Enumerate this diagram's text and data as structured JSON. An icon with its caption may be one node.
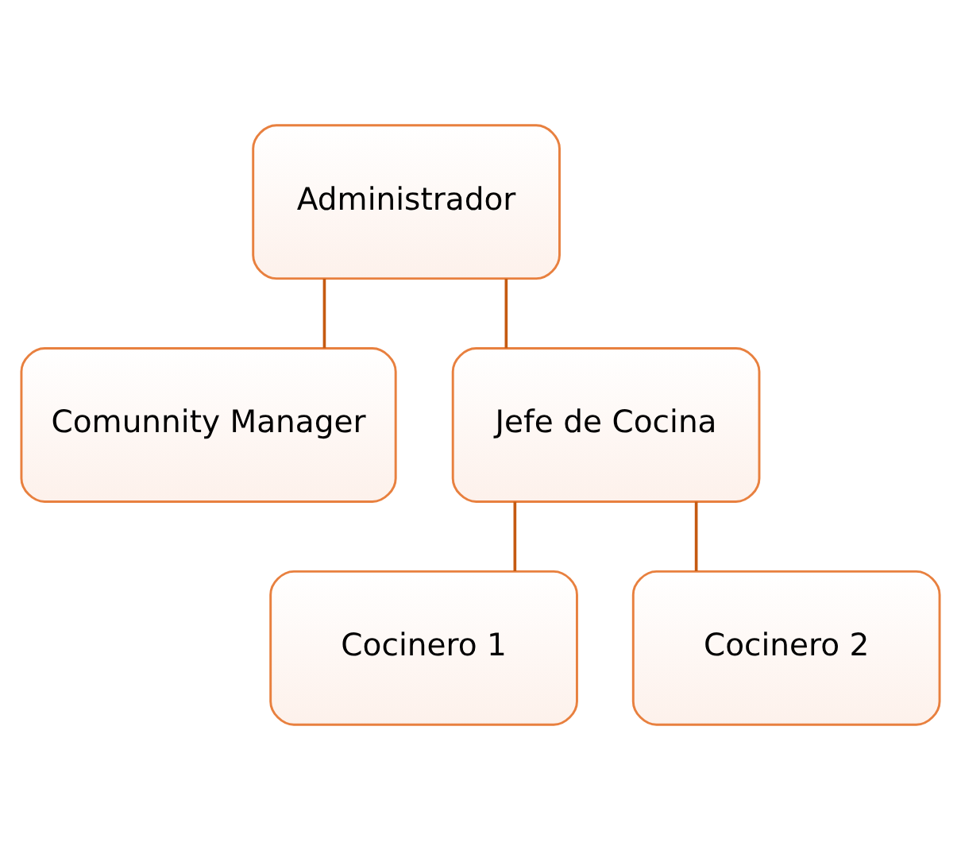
{
  "diagram": {
    "nodes": [
      {
        "text": [
          "Administrador"
        ]
      },
      {
        "text": [
          "Comunnity Manager"
        ]
      },
      {
        "text": [
          "Jefe de Cocina"
        ]
      },
      {
        "text": [
          "Cocinero 1"
        ]
      },
      {
        "text": [
          "Cocinero 2"
        ]
      }
    ],
    "edges": [
      {
        "from": 0,
        "to": 1,
        "arrow": "none"
      },
      {
        "from": 0,
        "to": 2,
        "arrow": "none"
      },
      {
        "from": 2,
        "to": 3,
        "arrow": "none"
      },
      {
        "from": 2,
        "to": 4,
        "arrow": "none"
      }
    ]
  }
}
